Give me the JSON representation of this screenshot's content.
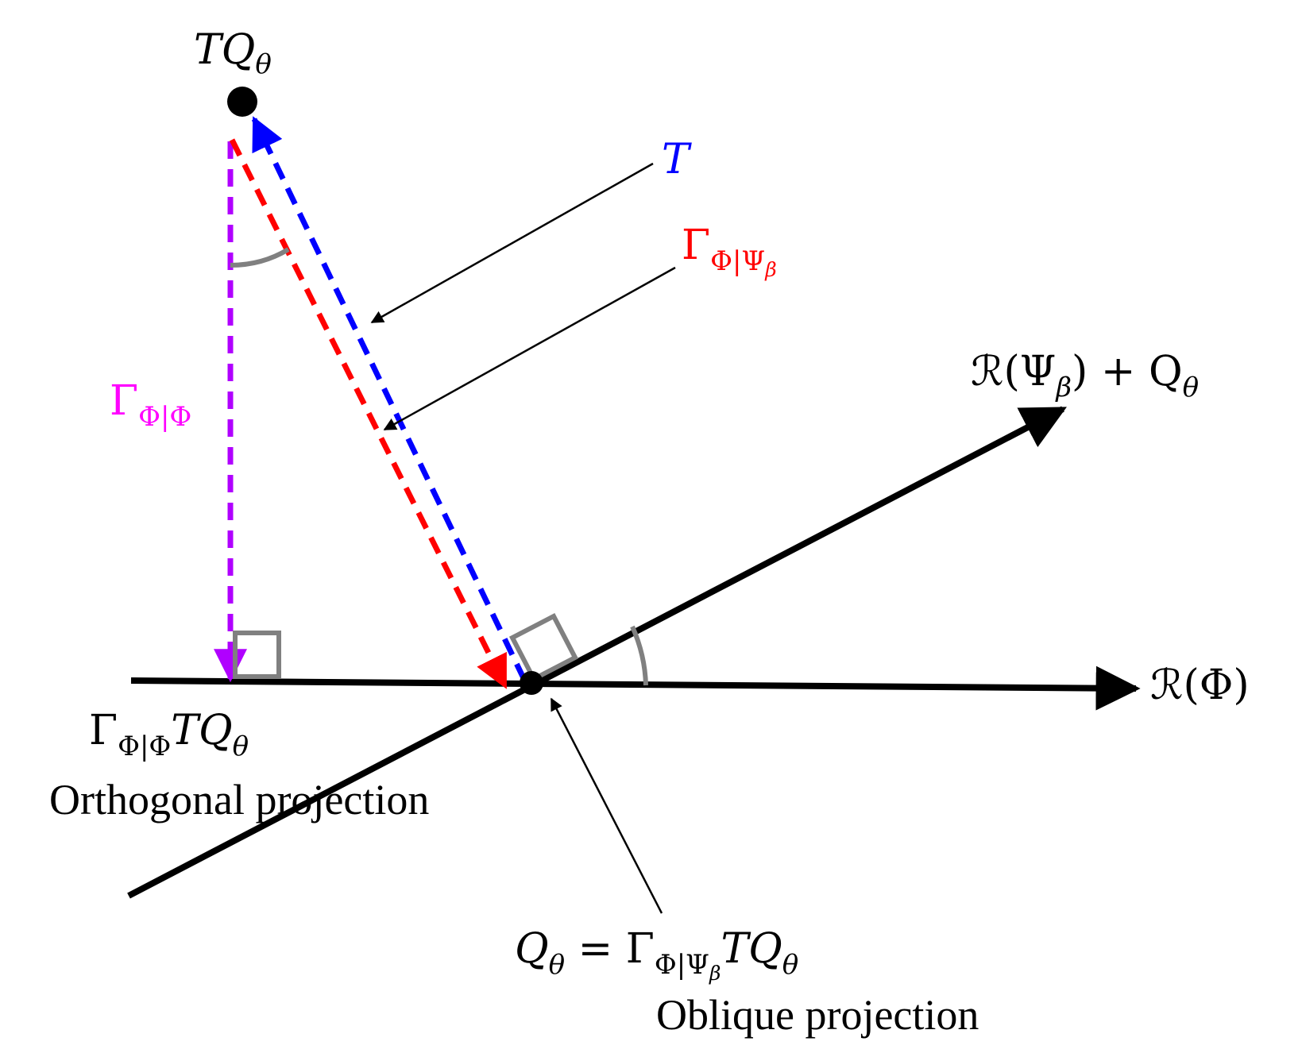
{
  "labels": {
    "tq_top": {
      "main": "TQ",
      "sub": "θ"
    },
    "t_op": "T",
    "gamma_oblique": {
      "main": "Γ",
      "sub": "Φ|Ψ",
      "subsub": "β"
    },
    "gamma_orth": {
      "main": "Γ",
      "sub": "Φ|Φ"
    },
    "range_psi": {
      "pre": "ℛ(Ψ",
      "sub": "β",
      "mid": ") + Q",
      "sub2": "θ"
    },
    "range_phi": "ℛ(Φ)",
    "orth_point": {
      "main": "Γ",
      "sub": "Φ|Φ",
      "tail": "TQ",
      "sub2": "θ"
    },
    "oblique_point": {
      "q": "Q",
      "qsub": "θ",
      "eq": " = Γ",
      "sub": "Φ|Ψ",
      "subsub": "β",
      "tail": "TQ",
      "sub2": "θ"
    }
  },
  "captions": {
    "orthogonal": "Orthogonal projection",
    "oblique": "Oblique projection"
  },
  "colors": {
    "axis": "#000000",
    "t_arrow": "#0000ff",
    "gamma_oblique": "#ff0000",
    "gamma_orth": "#b000ff",
    "gamma_orth_label": "#ff00ff",
    "marker": "#808080"
  }
}
